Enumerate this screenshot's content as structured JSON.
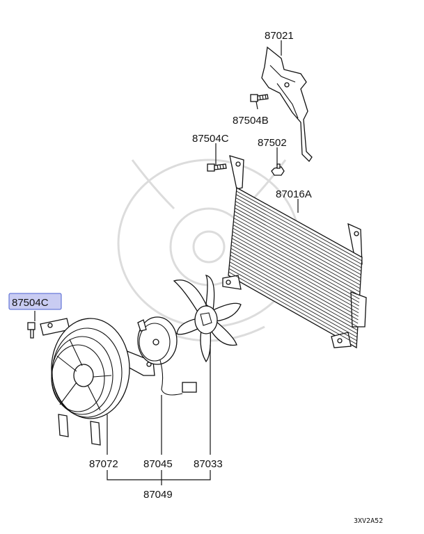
{
  "diagram": {
    "labels": {
      "p87021": "87021",
      "p87504B": "87504B",
      "p87504C_top": "87504C",
      "p87502": "87502",
      "p87016A": "87016A",
      "p87504C_left": "87504C",
      "p87045": "87045",
      "p87033": "87033",
      "p87072": "87072",
      "p87049": "87049"
    },
    "highlighted_label_color": "#c9ccf2",
    "highlighted_border_color": "#4a5fd0",
    "figure_code": "3XV2A52"
  }
}
